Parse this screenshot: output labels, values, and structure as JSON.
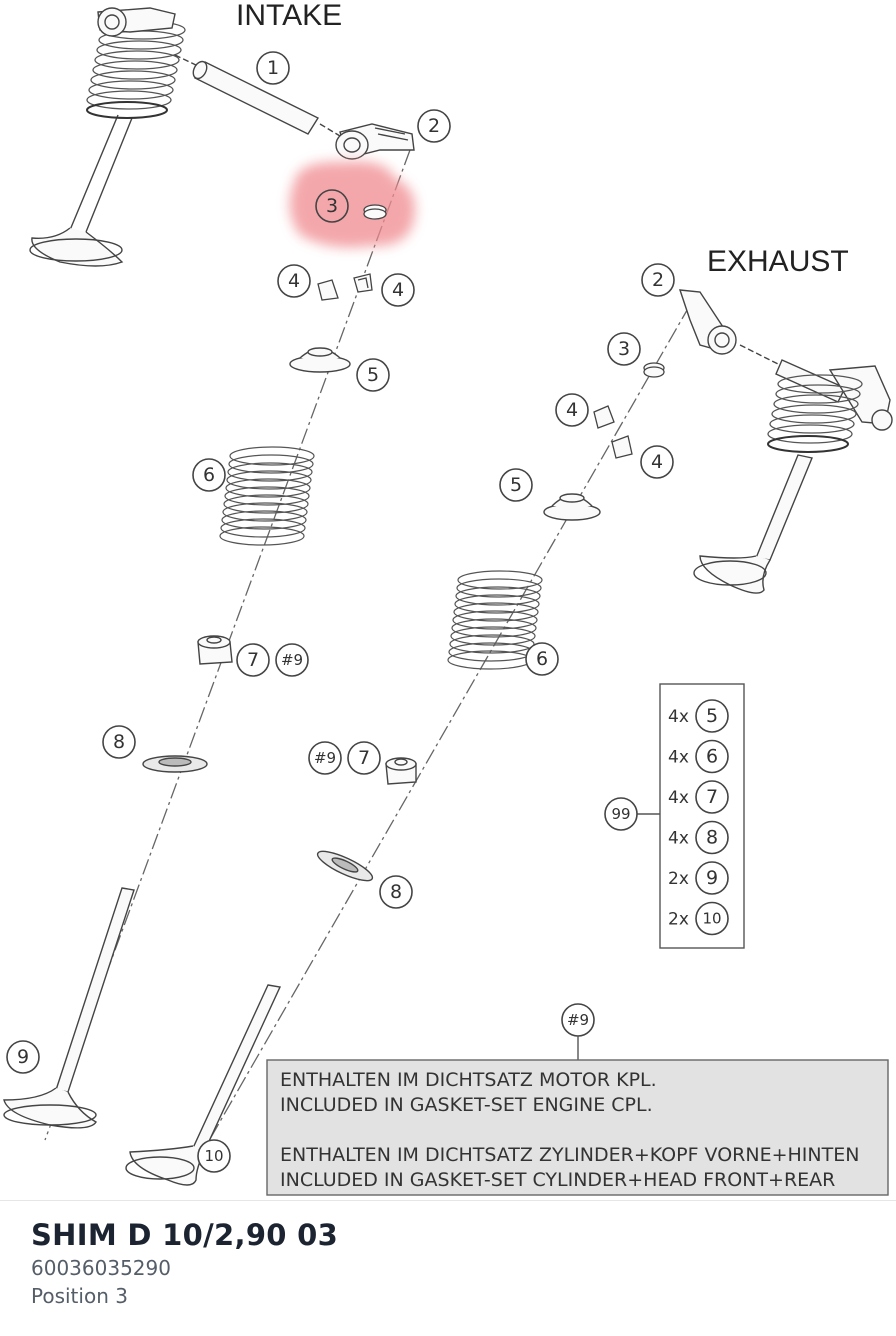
{
  "diagram": {
    "headings": {
      "intake": "INTAKE",
      "exhaust": "EXHAUST"
    },
    "highlight_color": "#f08a8f",
    "callouts": {
      "i1": "1",
      "i2": "2",
      "i3": "3",
      "i4a": "4",
      "i4b": "4",
      "i5": "5",
      "i6": "6",
      "i7": "7",
      "i9a": "#9",
      "i8": "8",
      "i9": "9",
      "i10": "10",
      "e2": "2",
      "e3": "3",
      "e4a": "4",
      "e4b": "4",
      "e5": "5",
      "e6": "6",
      "e9a": "#9",
      "e7": "7",
      "e8": "8",
      "kit": "99",
      "note_ref": "#9"
    },
    "kit_contents": [
      {
        "qty": "4x",
        "item": "5"
      },
      {
        "qty": "4x",
        "item": "6"
      },
      {
        "qty": "4x",
        "item": "7"
      },
      {
        "qty": "4x",
        "item": "8"
      },
      {
        "qty": "2x",
        "item": "9"
      },
      {
        "qty": "2x",
        "item": "10"
      }
    ],
    "note_lines": [
      "ENTHALTEN IM DICHTSATZ MOTOR KPL.",
      "INCLUDED IN GASKET-SET ENGINE CPL.",
      "ENTHALTEN IM DICHTSATZ ZYLINDER+KOPF VORNE+HINTEN",
      "INCLUDED IN GASKET-SET CYLINDER+HEAD FRONT+REAR"
    ]
  },
  "part": {
    "title": "SHIM D 10/2,90 03",
    "number": "60036035290",
    "position": "Position 3"
  }
}
